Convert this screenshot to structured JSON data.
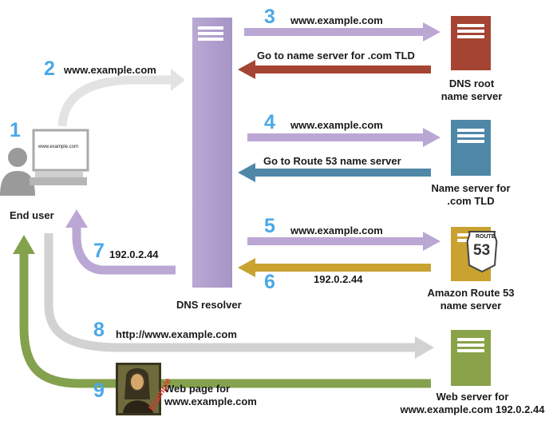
{
  "steps": {
    "s1": {
      "number": "1"
    },
    "s2": {
      "number": "2",
      "label": "www.example.com"
    },
    "s3": {
      "number": "3",
      "label": "www.example.com"
    },
    "s3_reply": {
      "label": "Go to name server for .com TLD"
    },
    "s4": {
      "number": "4",
      "label": "www.example.com"
    },
    "s4_reply": {
      "label": "Go to Route 53 name server"
    },
    "s5": {
      "number": "5",
      "label": "www.example.com"
    },
    "s6": {
      "number": "6",
      "label": "192.0.2.44"
    },
    "s7": {
      "number": "7",
      "label": "192.0.2.44"
    },
    "s8": {
      "number": "8",
      "label": "http://www.example.com"
    },
    "s9": {
      "number": "9",
      "label": "Web page for www.example.com"
    }
  },
  "nodes": {
    "end_user": {
      "label": "End user",
      "screen_text": "www.example.com"
    },
    "dns_resolver": {
      "label": "DNS resolver"
    },
    "dns_root": {
      "label": "DNS root name server"
    },
    "tld": {
      "label": "Name server for .com TLD"
    },
    "route53": {
      "label": "Amazon Route 53 name server",
      "badge": "ROUTE",
      "badge_number": "53"
    },
    "web_server": {
      "label": "Web server for www.example.com 192.0.2.44"
    }
  },
  "thumbnail": {
    "caption": "Example"
  },
  "colors": {
    "resolver": "#b3a3cc",
    "root_server": "#a54432",
    "tld_server": "#4f87a7",
    "route53_server": "#c9a230",
    "web_server": "#8aa24a",
    "query_arrow": "#bba7d4",
    "root_reply_arrow": "#a54432",
    "tld_reply_arrow": "#4f87a7",
    "route53_reply_arrow": "#c9a230",
    "web_arrow": "#cfcfcf",
    "page_return_arrow": "#84a14d",
    "number": "#4aa8e8"
  }
}
